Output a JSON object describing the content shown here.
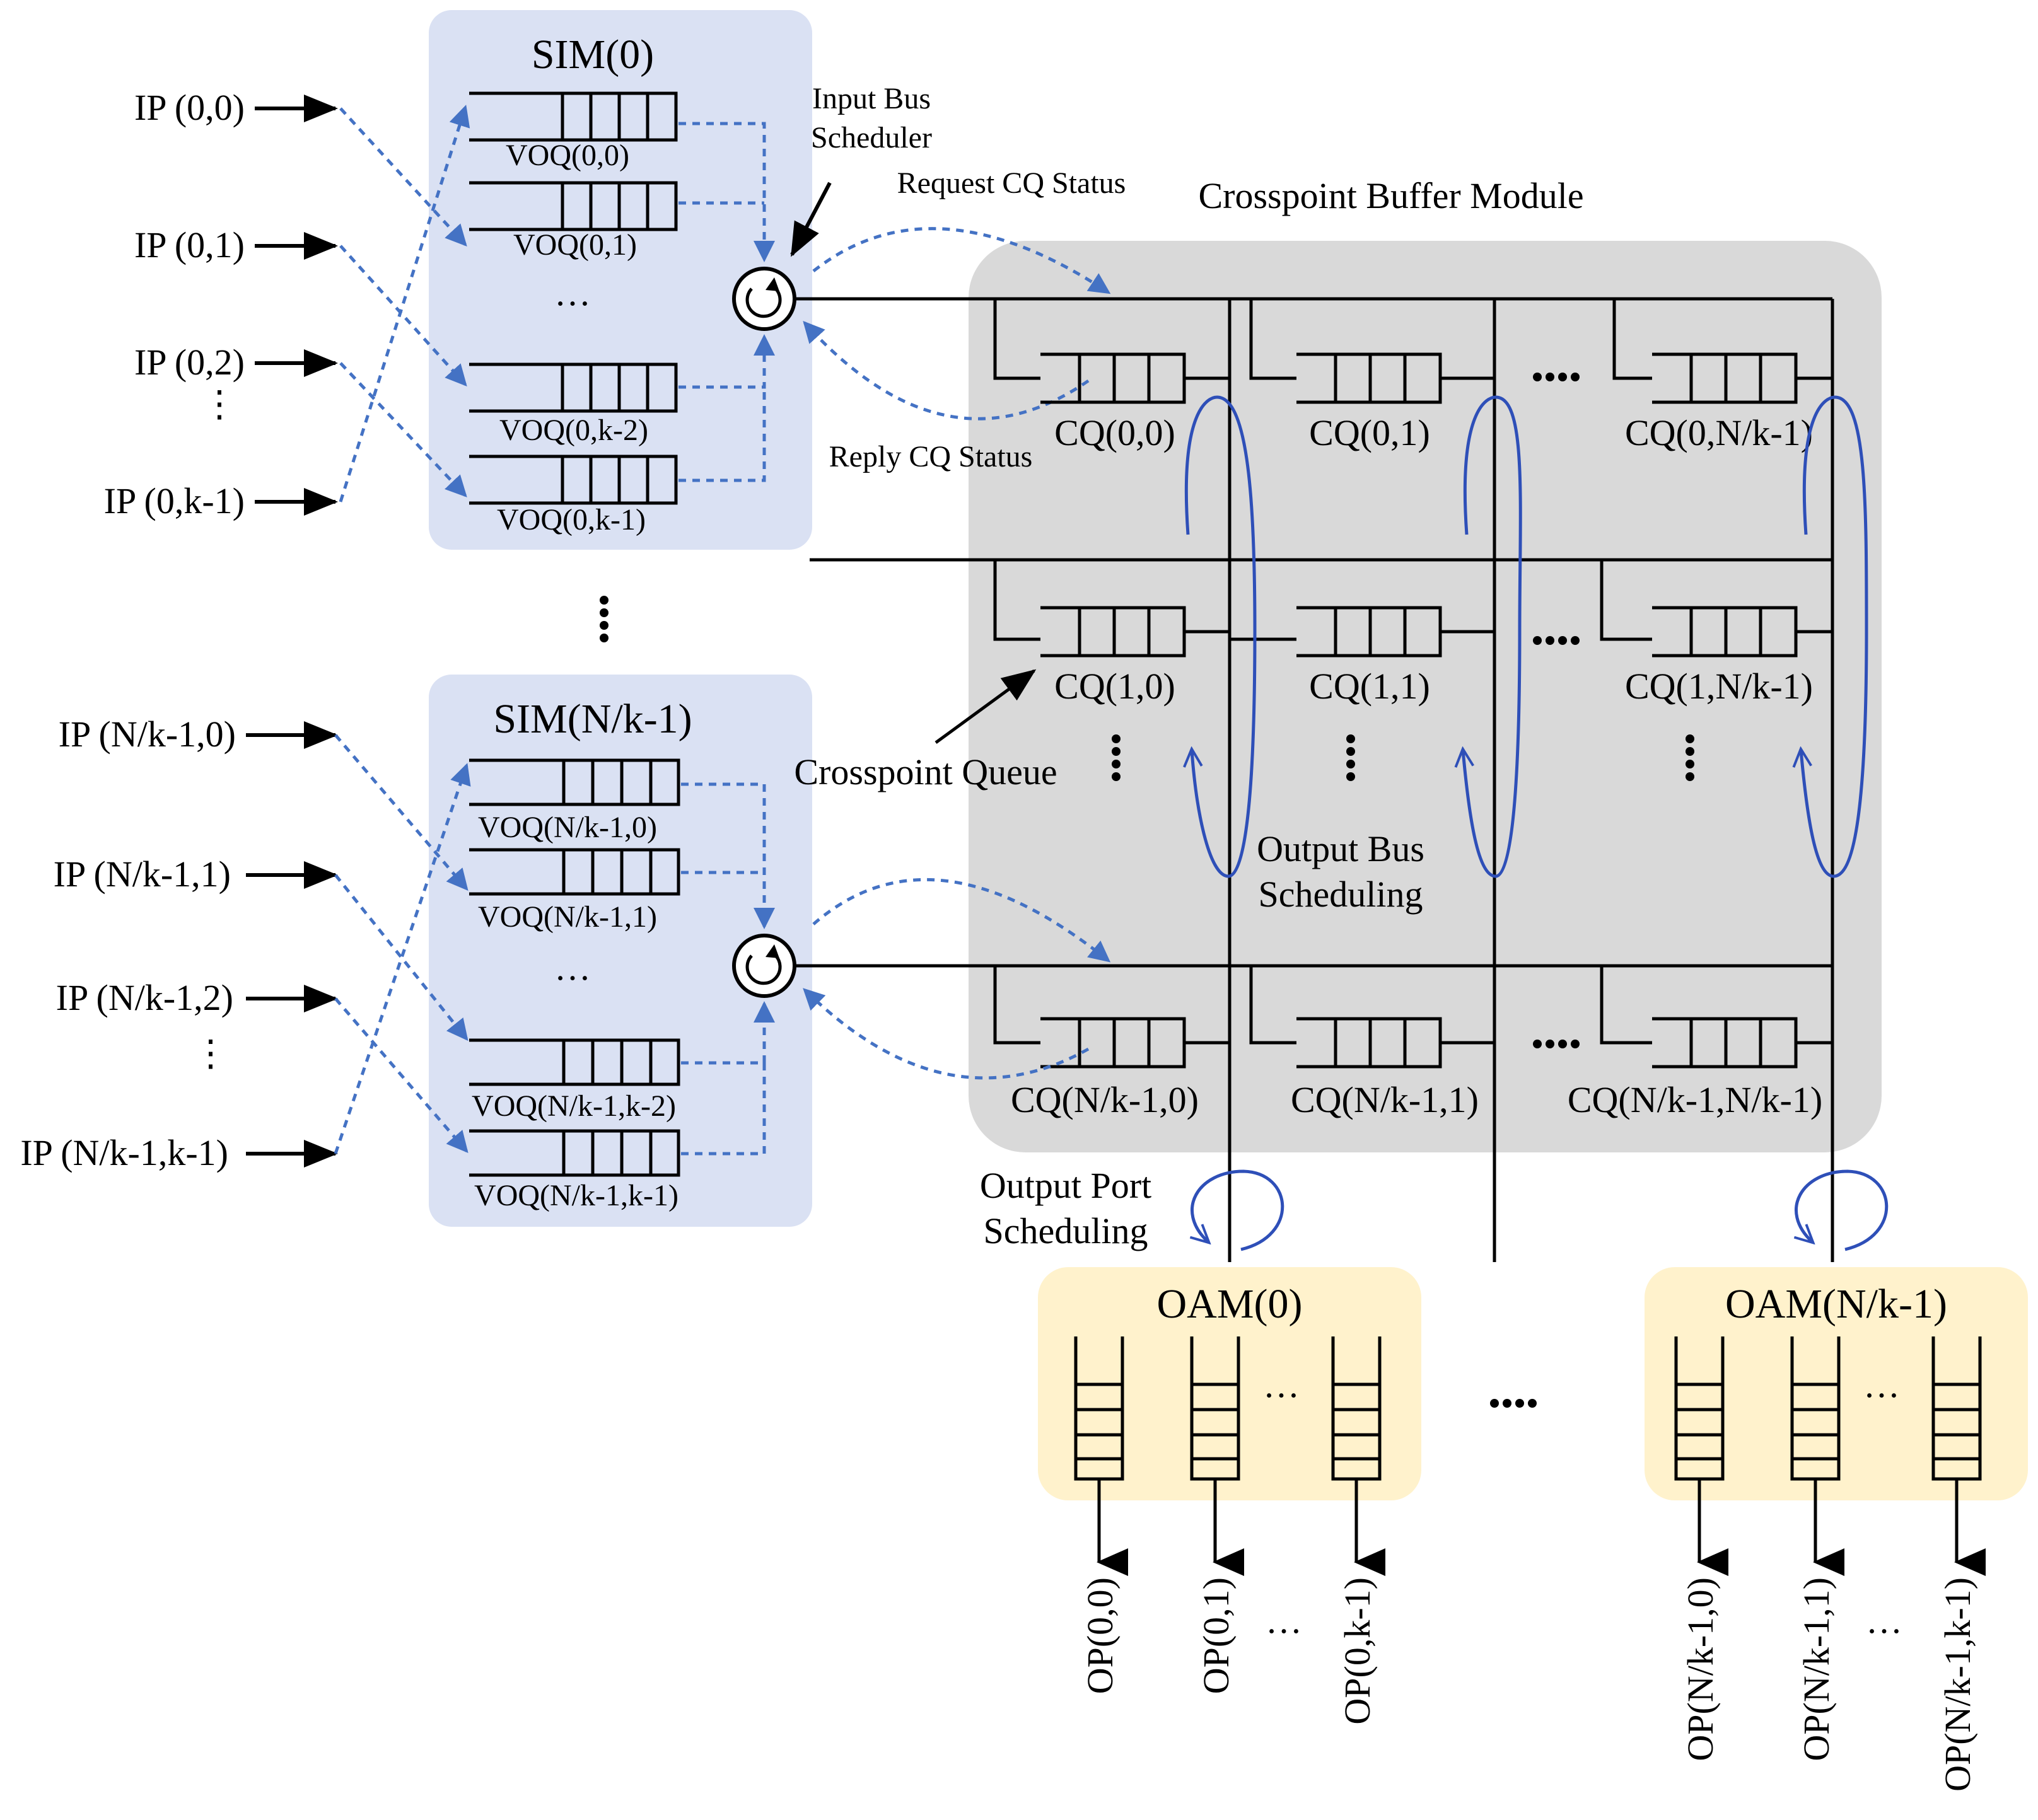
{
  "colors": {
    "sim_bg": "#dae1f3",
    "cbm_bg": "#d9d9d9",
    "oam_bg": "#fff2cc",
    "dotted_blue": "#4472c4",
    "sched_blue": "#2e4fb8"
  },
  "sim0": {
    "title": "SIM(0)",
    "inputs": [
      "IP (0,0)",
      "IP (0,1)",
      "IP (0,2)",
      "IP (0,k-1)"
    ],
    "voqs": [
      "VOQ(0,0)",
      "VOQ(0,1)",
      "VOQ(0,k-2)",
      "VOQ(0,k-1)"
    ],
    "ellipsis": "…"
  },
  "sim1": {
    "title": "SIM(N/k-1)",
    "inputs": [
      "IP (N/k-1,0)",
      "IP (N/k-1,1)",
      "IP (N/k-1,2)",
      "IP (N/k-1,k-1)"
    ],
    "voqs": [
      "VOQ(N/k-1,0)",
      "VOQ(N/k-1,1)",
      "VOQ(N/k-1,k-2)",
      "VOQ(N/k-1,k-1)"
    ],
    "ellipsis": "…"
  },
  "annotations": {
    "input_bus_scheduler": [
      "Input Bus",
      "Scheduler"
    ],
    "request_cq_status": "Request CQ Status",
    "reply_cq_status": "Reply CQ Status",
    "crosspoint_buffer_module": "Crosspoint Buffer Module",
    "crosspoint_queue": "Crosspoint Queue",
    "output_bus_scheduling": [
      "Output Bus",
      "Scheduling"
    ],
    "output_port_scheduling": [
      "Output Port",
      "Scheduling"
    ]
  },
  "crosspoint_queues": [
    [
      "CQ(0,0)",
      "CQ(0,1)",
      "CQ(0,N/k-1)"
    ],
    [
      "CQ(1,0)",
      "CQ(1,1)",
      "CQ(1,N/k-1)"
    ],
    [
      "CQ(N/k-1,0)",
      "CQ(N/k-1,1)",
      "CQ(N/k-1,N/k-1)"
    ]
  ],
  "oam0": {
    "title": "OAM(0)",
    "outputs": [
      "OP(0,0)",
      "OP(0,1)",
      "OP(0,k-1)"
    ]
  },
  "oam1": {
    "title": "OAM(N/k-1)",
    "outputs": [
      "OP(N/k-1,0)",
      "OP(N/k-1,1)",
      "OP(N/k-1,k-1)"
    ]
  },
  "ellipsis_h": "…",
  "ellipsis_dots": "••••"
}
